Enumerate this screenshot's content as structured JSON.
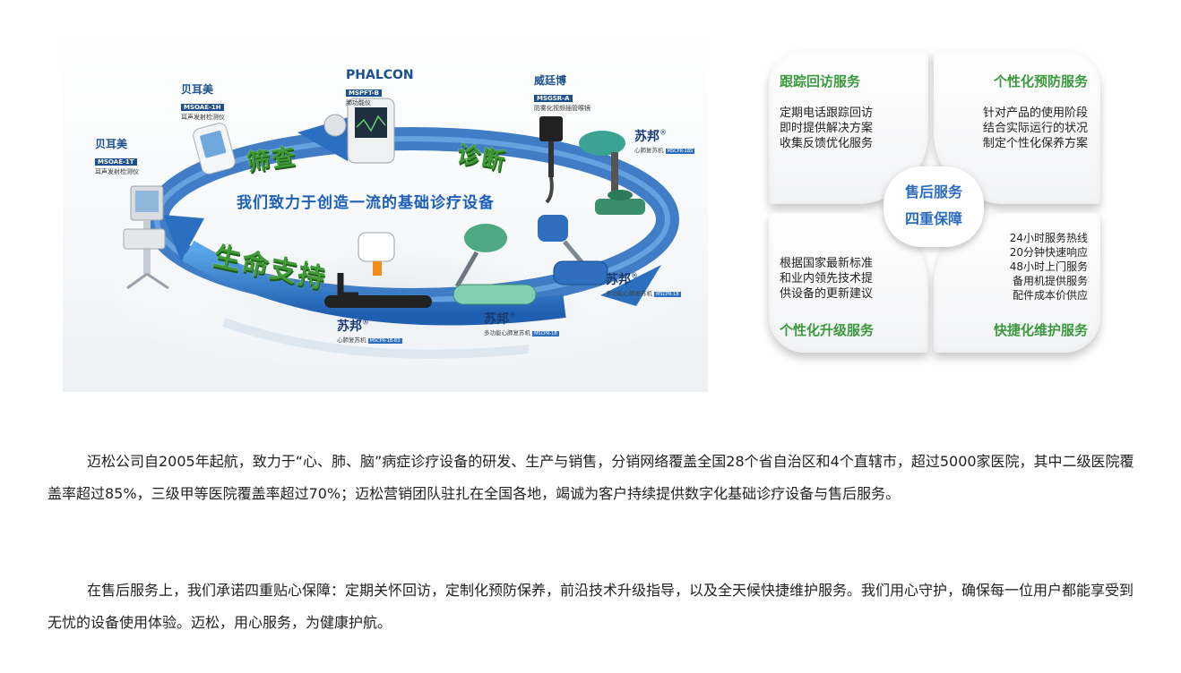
{
  "hero": {
    "ring_words": {
      "screening": "筛查",
      "diagnosis": "诊断",
      "life_support": "生命支持"
    },
    "slogan": "我们致力于创造一流的基础诊疗设备",
    "products": [
      {
        "brand": "贝耳美",
        "model": "MSOAE-1T",
        "desc": "耳声发射检测仪"
      },
      {
        "brand": "贝耳美",
        "model": "MSOAE-1H",
        "desc": "耳声发射检测仪"
      },
      {
        "brand": "PHALCON",
        "model": "MSPFT-B",
        "desc": "肺功能仪"
      },
      {
        "brand": "威廷博",
        "model": "MSGSR-A",
        "desc": "防雾化视频插管喉镜"
      }
    ],
    "subang": [
      {
        "name": "苏邦",
        "line": "心肺复苏机",
        "tag": "MSCPR-18S"
      },
      {
        "name": "苏邦",
        "line": "多功能心肺复苏机",
        "tag": "MSCPR-1B"
      },
      {
        "name": "苏邦",
        "line": "多功能心肺复苏机",
        "tag": "MSCPR-1B"
      },
      {
        "name": "苏邦",
        "line": "心肺复苏机",
        "tag": "MSCPR-1B-B3"
      }
    ]
  },
  "service": {
    "center": [
      "售后服务",
      "四重保障"
    ],
    "tracking": {
      "title": "跟踪回访服务",
      "lines": [
        "定期电话跟踪回访",
        "即时提供解决方案",
        "收集反馈优化服务"
      ]
    },
    "prevention": {
      "title": "个性化预防服务",
      "lines": [
        "针对产品的使用阶段",
        "结合实际运行的状况",
        "制定个性化保养方案"
      ]
    },
    "upgrade": {
      "title": "个性化升级服务",
      "lines": [
        "根据国家最新标准",
        "和业内领先技术提",
        "供设备的更新建议"
      ]
    },
    "maintenance": {
      "title": "快捷化维护服务",
      "lines": [
        "24小时服务热线",
        "20分钟快速响应",
        "48小时上门服务",
        "备用机提供服务",
        "配件成本价供应"
      ]
    }
  },
  "paragraphs": [
    "迈松公司自2005年起航，致力于“心、肺、脑”病症诊疗设备的研发、生产与销售，分销网络覆盖全国28个省自治区和4个直辖市，超过5000家医院，其中二级医院覆盖率超过85%，三级甲等医院覆盖率超过70%；迈松营销团队驻扎在全国各地，竭诚为客户持续提供数字化基础诊疗设备与售后服务。",
    "在售后服务上，我们承诺四重贴心保障：定期关怀回访，定制化预防保养，前沿技术升级指导，以及全天候快捷维护服务。我们用心守护，确保每一位用户都能享受到无忧的设备使用体验。迈松，用心服务，为健康护航。"
  ]
}
